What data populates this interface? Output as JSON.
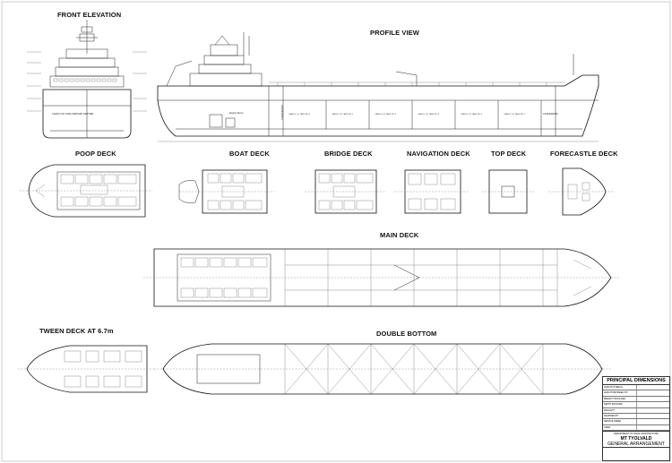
{
  "views": {
    "front_elevation": "FRONT ELEVATION",
    "profile_view": "PROFILE VIEW",
    "poop_deck": "POOP DECK",
    "boat_deck": "BOAT DECK",
    "bridge_deck": "BRIDGE DECK",
    "navigation_deck": "NAVIGATION DECK",
    "top_deck": "TOP DECK",
    "forecastle_deck": "FORECASTLE DECK",
    "main_deck": "MAIN DECK",
    "tween_deck": "TWEEN DECK AT 6.7m",
    "double_bottom": "DOUBLE BOTTOM"
  },
  "profile_labels": {
    "engine_room": "Engine Room",
    "cofferdam": "COFFERDAM",
    "cargo_tanks": [
      "CARGO OIL TANK NO.6",
      "CARGO OIL TANK NO.5",
      "CARGO OIL TANK NO.4",
      "CARGO OIL TANK NO.3",
      "CARGO OIL TANK NO.2",
      "CARGO OIL TANK NO.1"
    ],
    "front_tank": "CARGO OIL TANK (MIDSHIP CENTRE)"
  },
  "title_block": {
    "heading": "PRINCIPAL DIMENSIONS",
    "rows": [
      [
        "LENGTH OVERALL",
        ""
      ],
      [
        "LENGTH BETWEEN P.P.",
        ""
      ],
      [
        "BREADTH MOULDED",
        ""
      ],
      [
        "DEPTH MOULDED",
        ""
      ],
      [
        "DRAUGHT",
        ""
      ],
      [
        "DEADWEIGHT",
        ""
      ],
      [
        "SERVICE SPEED",
        ""
      ],
      [
        "CREW",
        ""
      ]
    ],
    "department": "DEPARTMENT OF NAVAL ARCHITECTURE",
    "ship_name": "MT TYOLVALD",
    "drawing_name": "GENERAL ARRANGEMENT"
  }
}
